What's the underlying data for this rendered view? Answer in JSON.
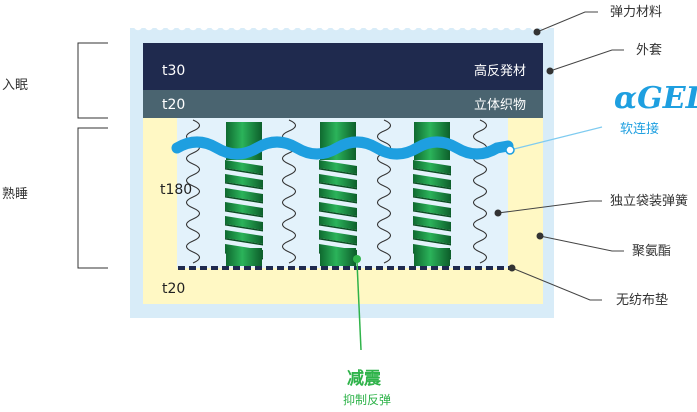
{
  "layers": {
    "top": {
      "thickness": "t30",
      "name": "高反発材"
    },
    "second": {
      "thickness": "t20",
      "name": "立体织物"
    },
    "middle": {
      "thickness": "t180"
    },
    "bottom": {
      "thickness": "t20"
    }
  },
  "zones": {
    "sleep_onset": "入眠",
    "deep_sleep": "熟睡"
  },
  "callouts": {
    "elastic_material": "弹力材料",
    "cover": "外套",
    "soft_connection": "软连接",
    "pocket_spring": "独立袋装弹簧",
    "polyurethane": "聚氨酯",
    "non_woven": "无纺布垫"
  },
  "brand": {
    "logo_text": "αGEL"
  },
  "shock": {
    "title": "减震",
    "subtitle": "抑制反弹"
  },
  "colors": {
    "cover": "#d8ecf8",
    "top_layer": "#1f2a4e",
    "second_layer": "#4a6470",
    "foam": "#fff8c4",
    "spring_area": "#e3f2fb",
    "gel": "#1e9fe0",
    "spring_green": "#1f9b4a",
    "accent_green": "#2fb34a",
    "accent_blue": "#1e9fe0",
    "line_gray": "#444444"
  }
}
